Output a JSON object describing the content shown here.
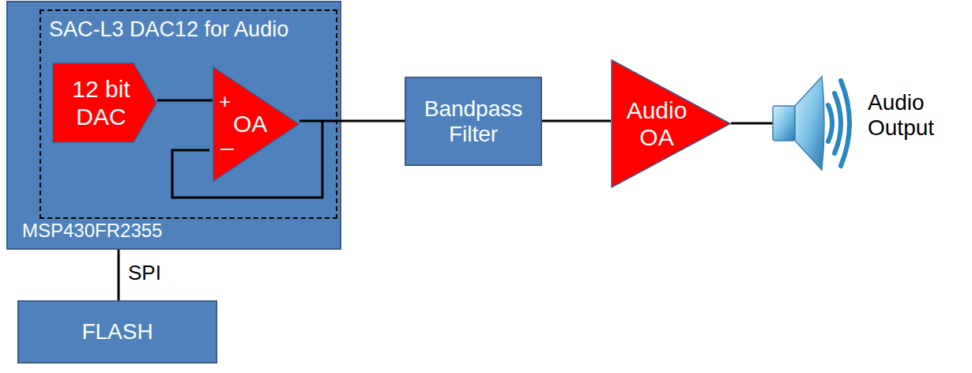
{
  "diagram": {
    "nodes": [
      {
        "text": [
          "MSP430FR2355"
        ]
      },
      {
        "text": [
          "SAC-L3 DAC12 for Audio"
        ],
        "in": 0
      },
      {
        "text": [
          "12 bit DAC"
        ],
        "in": 1
      },
      {
        "text": [
          "+",
          "OA",
          "–"
        ],
        "in": 1
      },
      {
        "text": [
          "Bandpass Filter"
        ]
      },
      {
        "text": [
          "Audio OA"
        ]
      },
      {
        "text": [
          "FLASH"
        ]
      }
    ],
    "edges": [
      {
        "from": 2,
        "to": 3,
        "arrow": "none"
      },
      {
        "from": 3,
        "to": 4,
        "arrow": "none"
      },
      {
        "from": 4,
        "to": 5,
        "arrow": "none"
      },
      {
        "from": 0,
        "to": 6,
        "label": "SPI",
        "arrow": "none"
      }
    ],
    "labels": [
      "Audio Output"
    ]
  }
}
